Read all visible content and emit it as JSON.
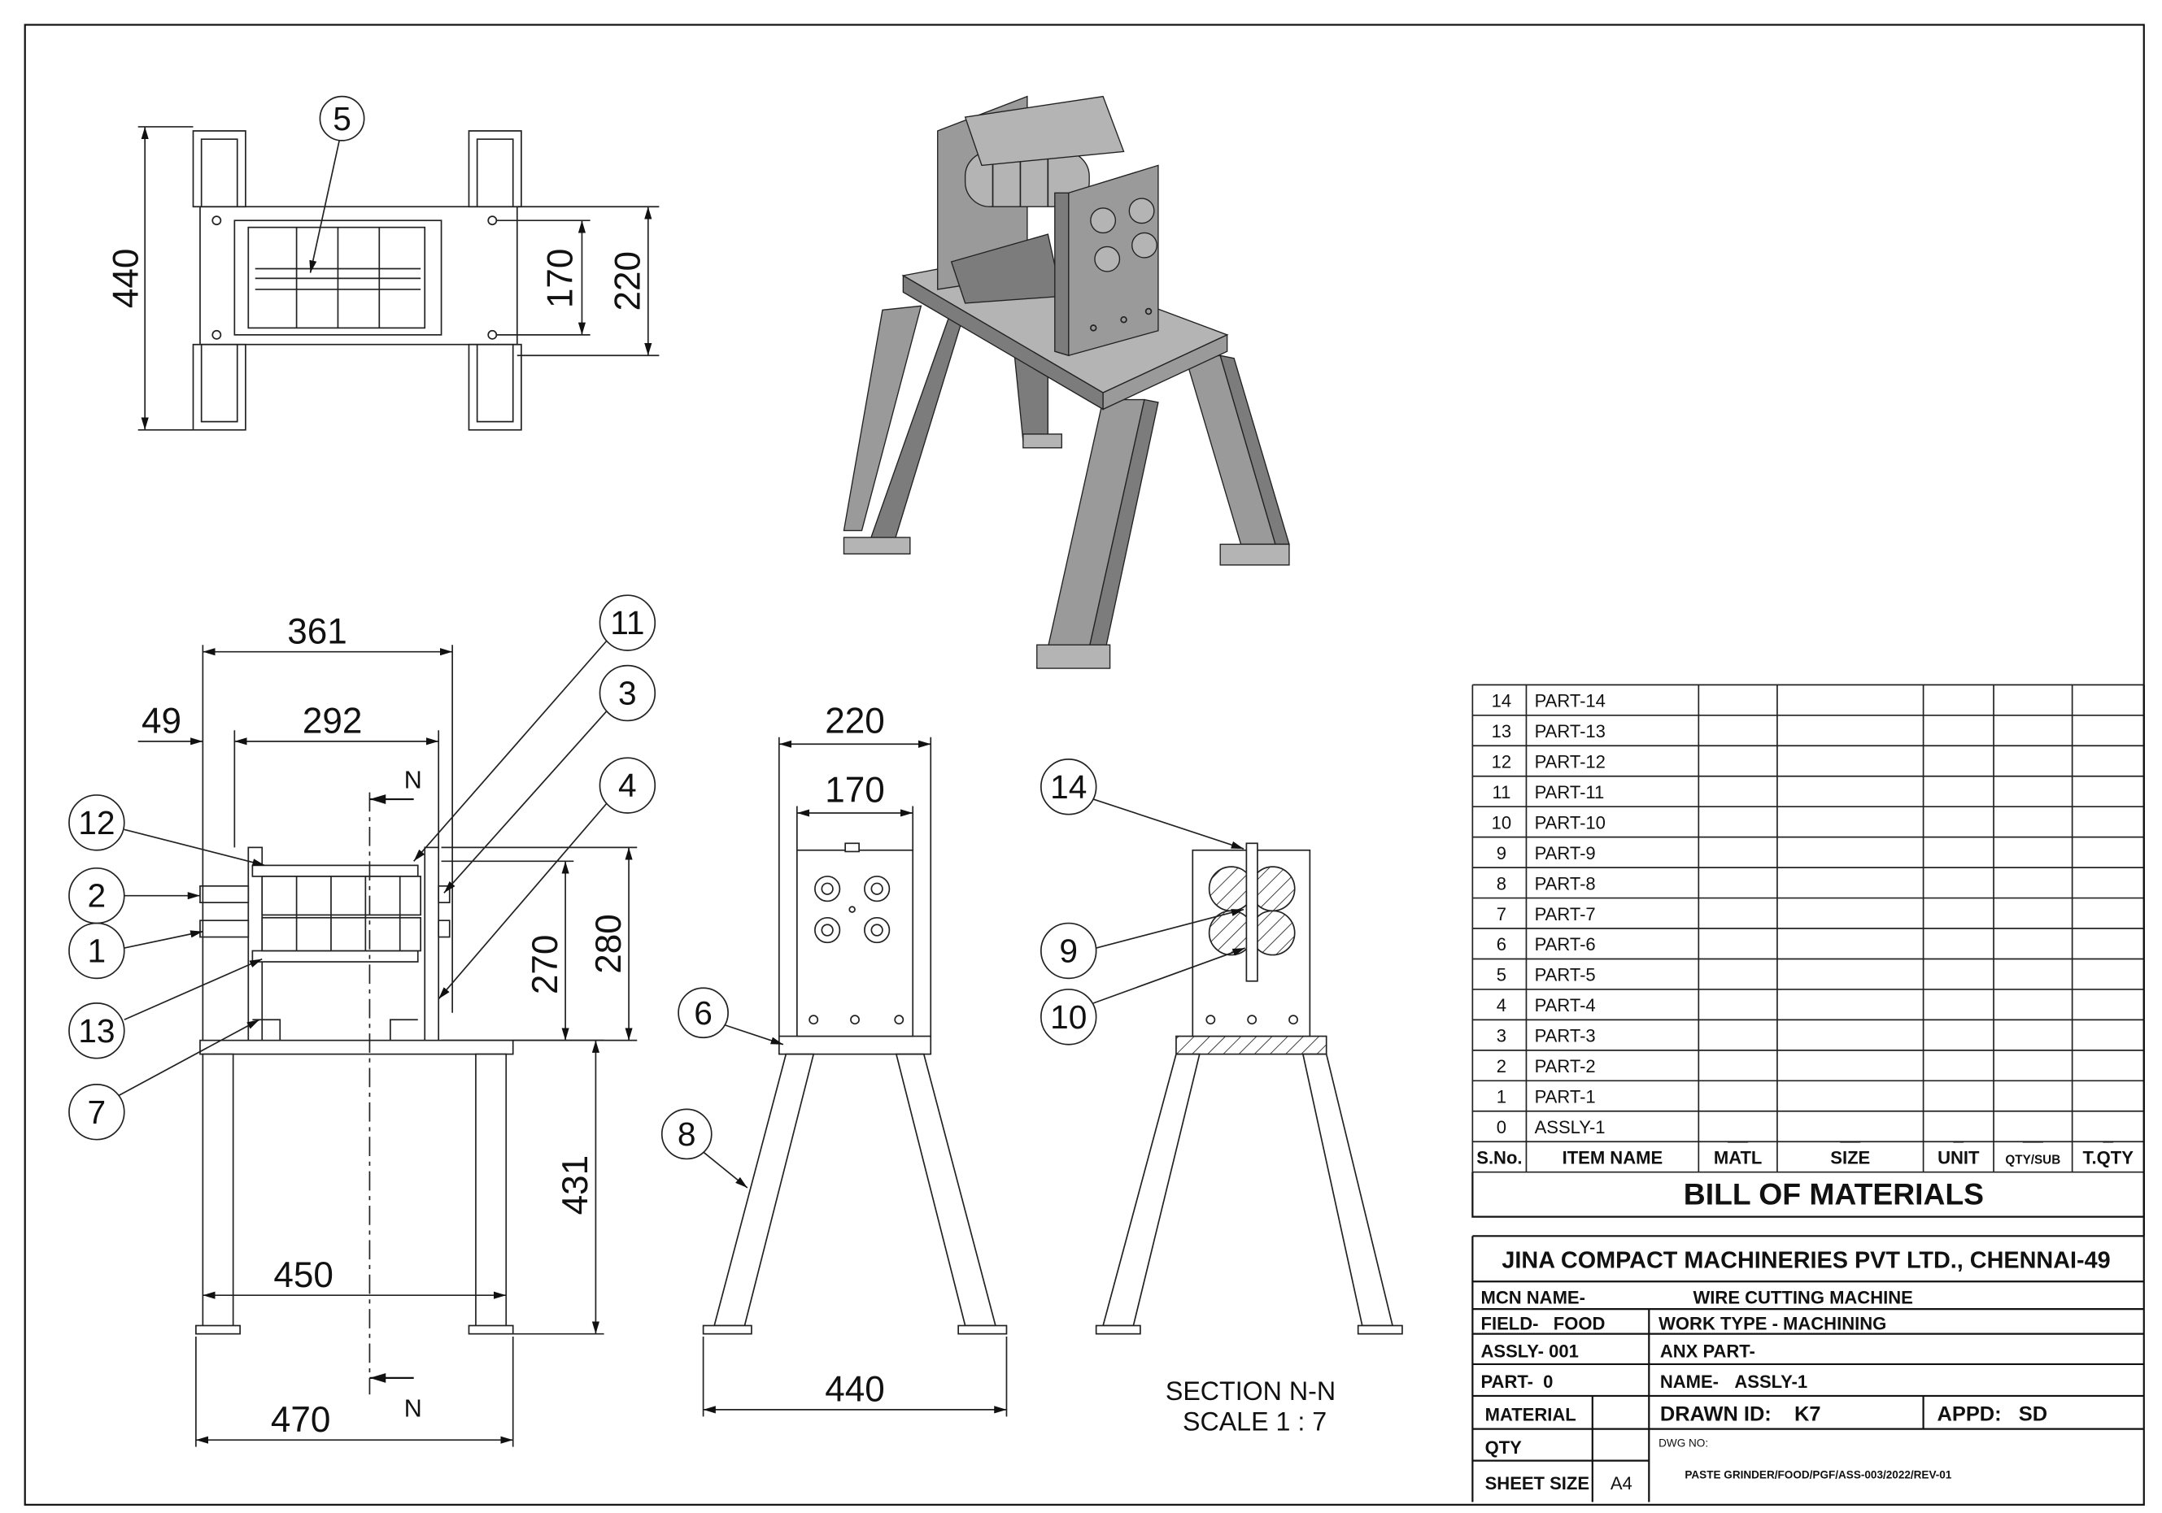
{
  "top_view": {
    "dims": {
      "d440": "440",
      "d170": "170",
      "d220": "220"
    },
    "balloons": {
      "b5": "5"
    }
  },
  "front_view": {
    "dims": {
      "d361": "361",
      "d49": "49",
      "d292": "292",
      "d280": "280",
      "d270": "270",
      "d431": "431",
      "d450": "450",
      "d470": "470"
    },
    "section_marks": {
      "top": "N",
      "bottom": "N"
    },
    "balloons": {
      "b11": "11",
      "b3": "3",
      "b4": "4",
      "b12": "12",
      "b2": "2",
      "b1": "1",
      "b13": "13",
      "b7": "7"
    }
  },
  "side_view": {
    "dims": {
      "d220": "220",
      "d170": "170",
      "d440": "440"
    },
    "balloons": {
      "b6": "6",
      "b8": "8"
    }
  },
  "section_view": {
    "balloons": {
      "b14": "14",
      "b9": "9",
      "b10": "10"
    },
    "title": "SECTION N-N",
    "scale": "SCALE 1 : 7"
  },
  "bom": {
    "title": "BILL OF MATERIALS",
    "headers": [
      "S.No.",
      "ITEM NAME",
      "MATL",
      "SIZE",
      "UNIT",
      "QTY/SUB",
      "T.QTY"
    ],
    "rows": [
      {
        "sno": "14",
        "name": "PART-14"
      },
      {
        "sno": "13",
        "name": "PART-13"
      },
      {
        "sno": "12",
        "name": "PART-12"
      },
      {
        "sno": "11",
        "name": "PART-11"
      },
      {
        "sno": "10",
        "name": "PART-10"
      },
      {
        "sno": "9",
        "name": "PART-9"
      },
      {
        "sno": "8",
        "name": "PART-8"
      },
      {
        "sno": "7",
        "name": "PART-7"
      },
      {
        "sno": "6",
        "name": "PART-6"
      },
      {
        "sno": "5",
        "name": "PART-5"
      },
      {
        "sno": "4",
        "name": "PART-4"
      },
      {
        "sno": "3",
        "name": "PART-3"
      },
      {
        "sno": "2",
        "name": "PART-2"
      },
      {
        "sno": "1",
        "name": "PART-1"
      },
      {
        "sno": "0",
        "name": "ASSLY-1",
        "matl": "__",
        "size": "__",
        "unit": "_",
        "qty_sub": "__",
        "t_qty": "_"
      }
    ]
  },
  "title_block": {
    "company": "JINA COMPACT MACHINERIES PVT LTD., CHENNAI-49",
    "mcn_name_label": "MCN NAME-",
    "mcn_name": "WIRE CUTTING MACHINE",
    "field": "FIELD-   FOOD",
    "work_type": "WORK TYPE - MACHINING",
    "assly": "ASSLY- 001",
    "anx_part": "ANX PART-",
    "part": "PART-  0",
    "name_label": "NAME-",
    "name": "ASSLY-1",
    "material_label": "MATERIAL",
    "drawn_id": "DRAWN ID:    K7",
    "appd": "APPD:   SD",
    "qty_label": "QTY",
    "dwg_no_label": "DWG NO:",
    "dwg_no": "PASTE GRINDER/FOOD/PGF/ASS-003/2022/REV-01",
    "sheet_size_label": "SHEET SIZE",
    "sheet_size": "A4"
  }
}
